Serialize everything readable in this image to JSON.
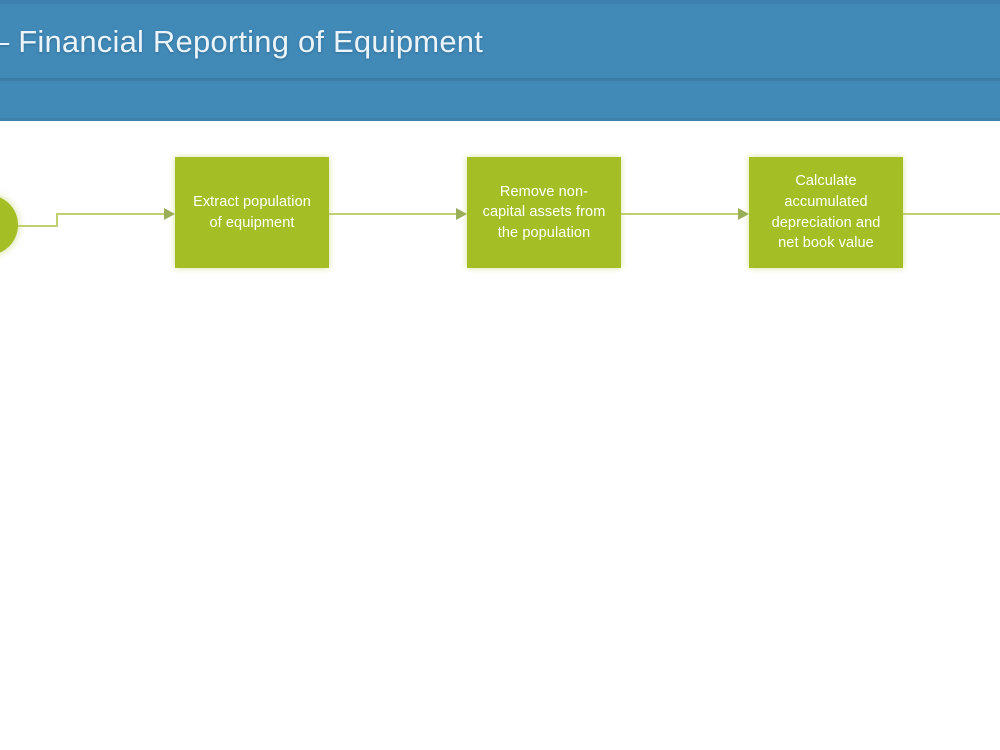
{
  "slide": {
    "title": "– Financial Reporting of Equipment",
    "background_color": "#ffffff"
  },
  "header": {
    "band_color": "#4189b7",
    "divider_color": "#3a7da8",
    "title_color": "#eaf4fa"
  },
  "diagram": {
    "type": "process-flow",
    "orientation": "left-to-right",
    "node_fill_color": "#a4be26",
    "node_text_color": "#ffffff",
    "connector_color": "#bfcf72",
    "arrow_color": "#9bae5a",
    "start_terminator": {
      "shape": "circle",
      "label": "",
      "clipped": "left-edge"
    },
    "nodes": [
      {
        "id": "extract",
        "lines": [
          "Extract population",
          "of equipment"
        ],
        "text": "Extract population of equipment"
      },
      {
        "id": "remove",
        "lines": [
          "Remove non-",
          "capital assets from",
          "the population"
        ],
        "text": "Remove non-capital assets from the population"
      },
      {
        "id": "calculate",
        "lines": [
          "Calculate",
          "accumulated",
          "depreciation and",
          "net book value"
        ],
        "text": "Calculate accumulated depreciation and net book value"
      }
    ],
    "connectors": [
      {
        "id": "start-to-extract",
        "from": "start",
        "to": "extract",
        "style": "stepped-with-arrow"
      },
      {
        "id": "extract-to-remove",
        "from": "extract",
        "to": "remove",
        "style": "straight-with-arrow"
      },
      {
        "id": "remove-to-calculate",
        "from": "remove",
        "to": "calculate",
        "style": "straight-with-arrow"
      },
      {
        "id": "calculate-to-offslide",
        "from": "calculate",
        "to": "off-slide-right",
        "style": "straight"
      }
    ]
  }
}
